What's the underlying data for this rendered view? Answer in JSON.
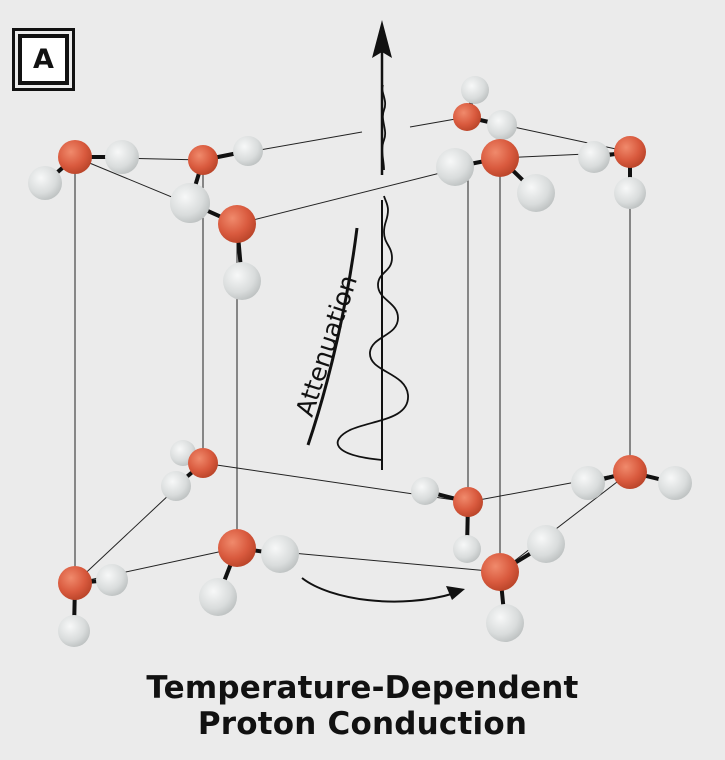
{
  "panel_label": "A",
  "attenuation_label": "Attenuation",
  "caption": {
    "line1": "Temperature-Dependent",
    "line2": "Proton Conduction"
  },
  "colors": {
    "oxygen": "#d95a3e",
    "hydrogen": "#d9dcdc",
    "bond": "#111111",
    "lattice": "#222222",
    "background": "#ebebeb"
  },
  "icons": [
    "oxygen-atom",
    "hydrogen-atom",
    "up-arrow",
    "curved-arrow"
  ]
}
